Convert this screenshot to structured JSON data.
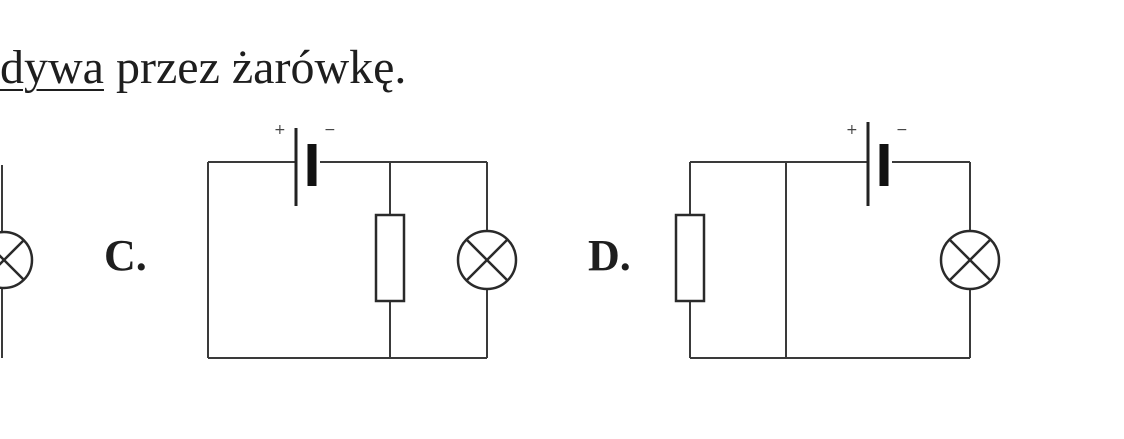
{
  "header": {
    "text_underlined": "dywa",
    "text_rest": " przez żarówkę."
  },
  "options": [
    {
      "label": "C."
    },
    {
      "label": "D."
    }
  ],
  "battery": {
    "plus_sign": "+",
    "minus_sign": "−"
  },
  "icons": [
    "battery-icon",
    "resistor-icon",
    "lamp-icon"
  ]
}
